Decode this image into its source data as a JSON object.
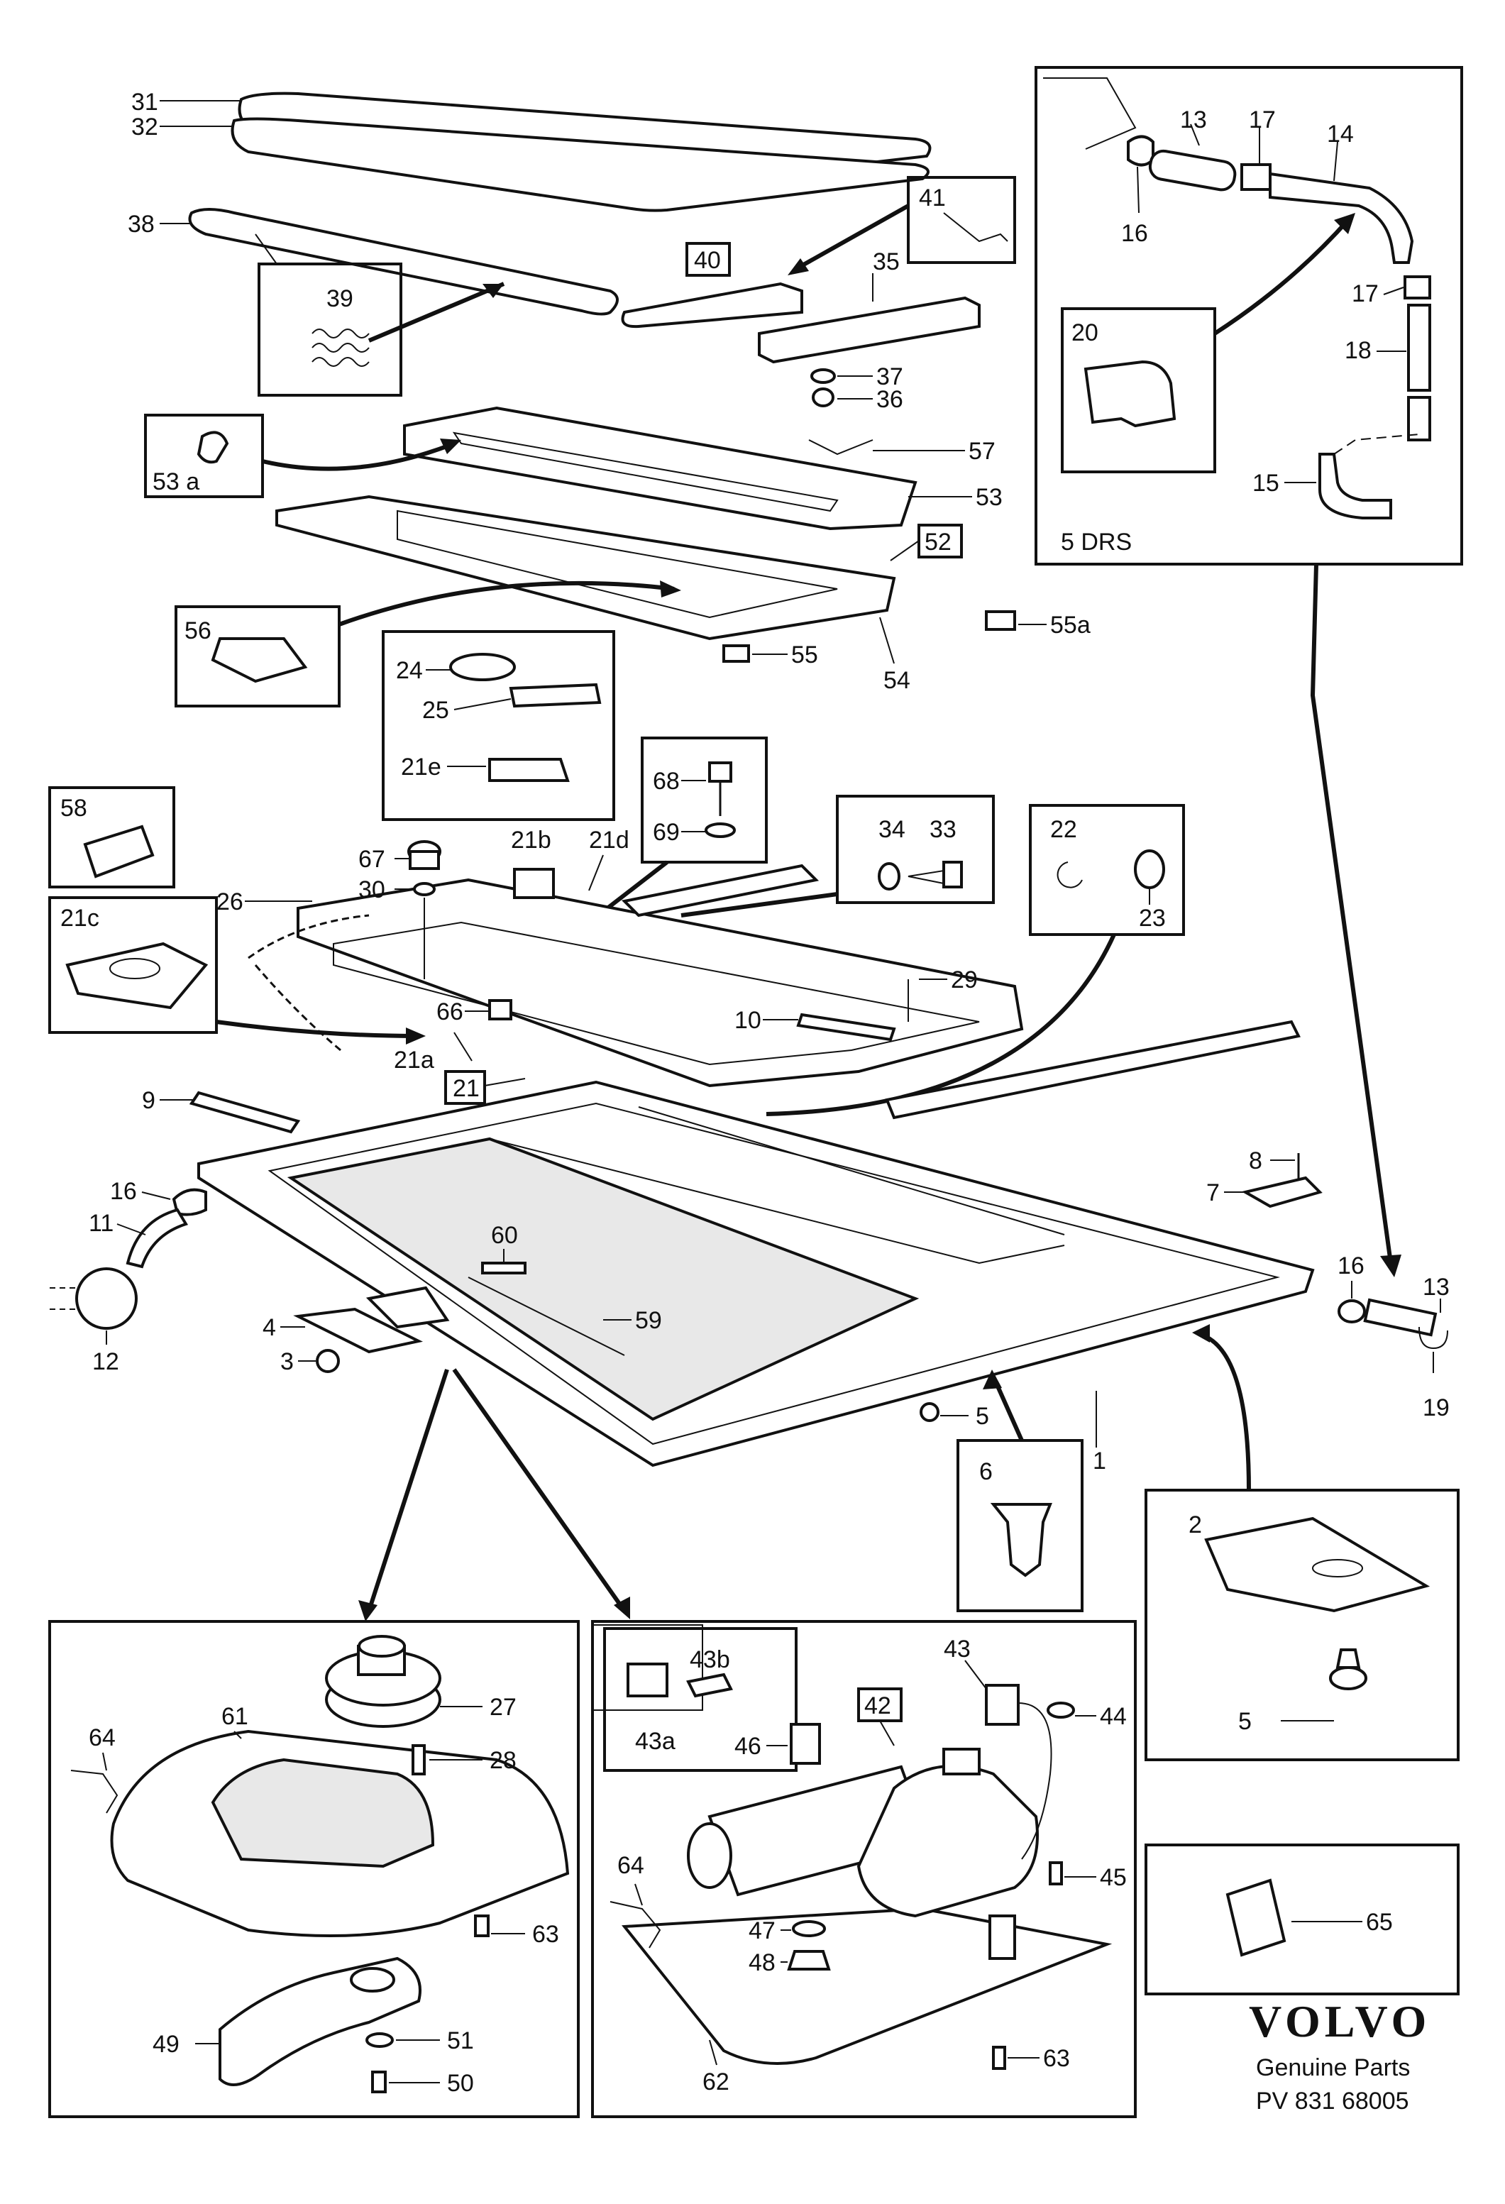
{
  "labels": {
    "l1": "1",
    "l2": "2",
    "l3": "3",
    "l4": "4",
    "l5a": "5",
    "l5b": "5",
    "l6": "6",
    "l7": "7",
    "l8": "8",
    "l9": "9",
    "l10": "10",
    "l11": "11",
    "l12": "12",
    "l13a": "13",
    "l13b": "13",
    "l14": "14",
    "l15": "15",
    "l16a": "16",
    "l16b": "16",
    "l16c": "16",
    "l17a": "17",
    "l17b": "17",
    "l18": "18",
    "l19": "19",
    "l20": "20",
    "l21": "21",
    "l21a": "21a",
    "l21b": "21b",
    "l21c": "21c",
    "l21d": "21d",
    "l21e": "21e",
    "l22": "22",
    "l23": "23",
    "l24": "24",
    "l25": "25",
    "l26": "26",
    "l27": "27",
    "l28": "28",
    "l29": "29",
    "l30": "30",
    "l31": "31",
    "l32": "32",
    "l33": "33",
    "l34": "34",
    "l35": "35",
    "l36": "36",
    "l37": "37",
    "l38": "38",
    "l39": "39",
    "l40": "40",
    "l41": "41",
    "l42": "42",
    "l43": "43",
    "l43a": "43a",
    "l43b": "43b",
    "l44": "44",
    "l45": "45",
    "l46": "46",
    "l47": "47",
    "l48": "48",
    "l49": "49",
    "l50": "50",
    "l51": "51",
    "l52": "52",
    "l53": "53",
    "l53a": "53 a",
    "l54": "54",
    "l55": "55",
    "l55a": "55a",
    "l56": "56",
    "l57": "57",
    "l58": "58",
    "l59": "59",
    "l60": "60",
    "l61": "61",
    "l62": "62",
    "l63a": "63",
    "l63b": "63",
    "l64a": "64",
    "l64b": "64",
    "l65": "65",
    "l66": "66",
    "l67": "67",
    "l68": "68",
    "l69": "69",
    "drs": "5 DRS"
  },
  "footer": {
    "brand": "VOLVO",
    "subtitle": "Genuine Parts",
    "code": "PV 831 68005"
  }
}
